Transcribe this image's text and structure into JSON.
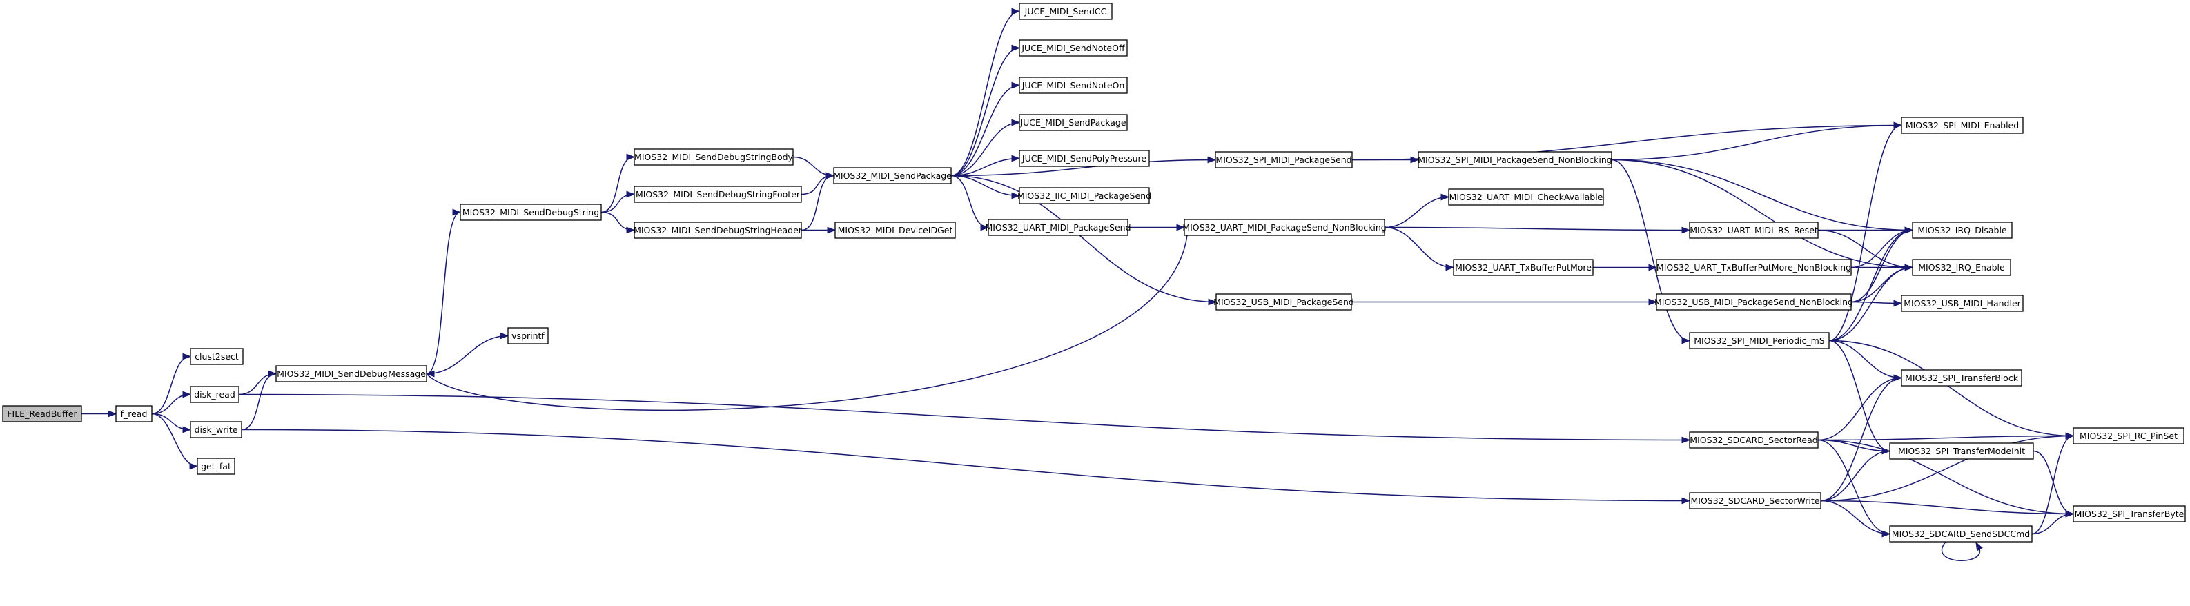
{
  "nodes": [
    {
      "id": "FILE_ReadBuffer",
      "label": "FILE_ReadBuffer",
      "root": true
    },
    {
      "id": "f_read",
      "label": "f_read"
    },
    {
      "id": "clust2sect",
      "label": "clust2sect"
    },
    {
      "id": "disk_read",
      "label": "disk_read"
    },
    {
      "id": "disk_write",
      "label": "disk_write"
    },
    {
      "id": "get_fat",
      "label": "get_fat"
    },
    {
      "id": "MIOS32_MIDI_SendDebugMessage",
      "label": "MIOS32_MIDI_SendDebugMessage"
    },
    {
      "id": "vsprintf",
      "label": "vsprintf"
    },
    {
      "id": "MIOS32_MIDI_SendDebugString",
      "label": "MIOS32_MIDI_SendDebugString"
    },
    {
      "id": "MIOS32_MIDI_SendDebugStringBody",
      "label": "MIOS32_MIDI_SendDebugStringBody"
    },
    {
      "id": "MIOS32_MIDI_SendDebugStringFooter",
      "label": "MIOS32_MIDI_SendDebugStringFooter"
    },
    {
      "id": "MIOS32_MIDI_SendDebugStringHeader",
      "label": "MIOS32_MIDI_SendDebugStringHeader"
    },
    {
      "id": "MIOS32_MIDI_SendPackage",
      "label": "MIOS32_MIDI_SendPackage"
    },
    {
      "id": "MIOS32_MIDI_DeviceIDGet",
      "label": "MIOS32_MIDI_DeviceIDGet"
    },
    {
      "id": "JUCE_MIDI_SendCC",
      "label": "JUCE_MIDI_SendCC"
    },
    {
      "id": "JUCE_MIDI_SendNoteOff",
      "label": "JUCE_MIDI_SendNoteOff"
    },
    {
      "id": "JUCE_MIDI_SendNoteOn",
      "label": "JUCE_MIDI_SendNoteOn"
    },
    {
      "id": "JUCE_MIDI_SendPackage",
      "label": "JUCE_MIDI_SendPackage"
    },
    {
      "id": "JUCE_MIDI_SendPolyPressure",
      "label": "JUCE_MIDI_SendPolyPressure"
    },
    {
      "id": "MIOS32_IIC_MIDI_PackageSend",
      "label": "MIOS32_IIC_MIDI_PackageSend"
    },
    {
      "id": "MIOS32_UART_MIDI_PackageSend",
      "label": "MIOS32_UART_MIDI_PackageSend"
    },
    {
      "id": "MIOS32_SPI_MIDI_PackageSend",
      "label": "MIOS32_SPI_MIDI_PackageSend"
    },
    {
      "id": "MIOS32_USB_MIDI_PackageSend",
      "label": "MIOS32_USB_MIDI_PackageSend"
    },
    {
      "id": "MIOS32_UART_MIDI_PackageSend_NonBlocking",
      "label": "MIOS32_UART_MIDI_PackageSend_NonBlocking"
    },
    {
      "id": "MIOS32_SPI_MIDI_PackageSend_NonBlocking",
      "label": "MIOS32_SPI_MIDI_PackageSend_NonBlocking"
    },
    {
      "id": "MIOS32_UART_MIDI_CheckAvailable",
      "label": "MIOS32_UART_MIDI_CheckAvailable"
    },
    {
      "id": "MIOS32_UART_TxBufferPutMore",
      "label": "MIOS32_UART_TxBufferPutMore"
    },
    {
      "id": "MIOS32_UART_MIDI_RS_Reset",
      "label": "MIOS32_UART_MIDI_RS_Reset"
    },
    {
      "id": "MIOS32_UART_TxBufferPutMore_NonBlocking",
      "label": "MIOS32_UART_TxBufferPutMore_NonBlocking"
    },
    {
      "id": "MIOS32_USB_MIDI_PackageSend_NonBlocking",
      "label": "MIOS32_USB_MIDI_PackageSend_NonBlocking"
    },
    {
      "id": "MIOS32_SPI_MIDI_Periodic_mS",
      "label": "MIOS32_SPI_MIDI_Periodic_mS"
    },
    {
      "id": "MIOS32_SDCARD_SectorRead",
      "label": "MIOS32_SDCARD_SectorRead"
    },
    {
      "id": "MIOS32_SDCARD_SectorWrite",
      "label": "MIOS32_SDCARD_SectorWrite"
    },
    {
      "id": "MIOS32_SPI_MIDI_Enabled",
      "label": "MIOS32_SPI_MIDI_Enabled"
    },
    {
      "id": "MIOS32_IRQ_Disable",
      "label": "MIOS32_IRQ_Disable"
    },
    {
      "id": "MIOS32_IRQ_Enable",
      "label": "MIOS32_IRQ_Enable"
    },
    {
      "id": "MIOS32_USB_MIDI_Handler",
      "label": "MIOS32_USB_MIDI_Handler"
    },
    {
      "id": "MIOS32_SPI_TransferBlock",
      "label": "MIOS32_SPI_TransferBlock"
    },
    {
      "id": "MIOS32_SPI_TransferModeInit",
      "label": "MIOS32_SPI_TransferModeInit"
    },
    {
      "id": "MIOS32_SDCARD_SendSDCCmd",
      "label": "MIOS32_SDCARD_SendSDCCmd"
    },
    {
      "id": "MIOS32_SPI_RC_PinSet",
      "label": "MIOS32_SPI_RC_PinSet"
    },
    {
      "id": "MIOS32_SPI_TransferByte",
      "label": "MIOS32_SPI_TransferByte"
    }
  ],
  "edges": [
    [
      "FILE_ReadBuffer",
      "f_read"
    ],
    [
      "f_read",
      "clust2sect"
    ],
    [
      "f_read",
      "disk_read"
    ],
    [
      "f_read",
      "disk_write"
    ],
    [
      "f_read",
      "get_fat"
    ],
    [
      "disk_read",
      "MIOS32_MIDI_SendDebugMessage"
    ],
    [
      "disk_read",
      "MIOS32_SDCARD_SectorRead"
    ],
    [
      "disk_write",
      "MIOS32_MIDI_SendDebugMessage"
    ],
    [
      "disk_write",
      "MIOS32_SDCARD_SectorWrite"
    ],
    [
      "MIOS32_MIDI_SendDebugMessage",
      "MIOS32_MIDI_SendDebugString"
    ],
    [
      "MIOS32_MIDI_SendDebugMessage",
      "vsprintf"
    ],
    [
      "MIOS32_MIDI_SendDebugString",
      "MIOS32_MIDI_SendDebugStringBody"
    ],
    [
      "MIOS32_MIDI_SendDebugString",
      "MIOS32_MIDI_SendDebugStringFooter"
    ],
    [
      "MIOS32_MIDI_SendDebugString",
      "MIOS32_MIDI_SendDebugStringHeader"
    ],
    [
      "MIOS32_MIDI_SendDebugStringBody",
      "MIOS32_MIDI_SendPackage"
    ],
    [
      "MIOS32_MIDI_SendDebugStringFooter",
      "MIOS32_MIDI_SendPackage"
    ],
    [
      "MIOS32_MIDI_SendDebugStringHeader",
      "MIOS32_MIDI_SendPackage"
    ],
    [
      "MIOS32_MIDI_SendDebugStringHeader",
      "MIOS32_MIDI_DeviceIDGet"
    ],
    [
      "MIOS32_MIDI_SendPackage",
      "JUCE_MIDI_SendCC"
    ],
    [
      "MIOS32_MIDI_SendPackage",
      "JUCE_MIDI_SendNoteOff"
    ],
    [
      "MIOS32_MIDI_SendPackage",
      "JUCE_MIDI_SendNoteOn"
    ],
    [
      "MIOS32_MIDI_SendPackage",
      "JUCE_MIDI_SendPackage"
    ],
    [
      "MIOS32_MIDI_SendPackage",
      "JUCE_MIDI_SendPolyPressure"
    ],
    [
      "MIOS32_MIDI_SendPackage",
      "MIOS32_IIC_MIDI_PackageSend"
    ],
    [
      "MIOS32_MIDI_SendPackage",
      "MIOS32_SPI_MIDI_PackageSend"
    ],
    [
      "MIOS32_MIDI_SendPackage",
      "MIOS32_UART_MIDI_PackageSend"
    ],
    [
      "MIOS32_MIDI_SendPackage",
      "MIOS32_USB_MIDI_PackageSend"
    ],
    [
      "MIOS32_SPI_MIDI_PackageSend",
      "MIOS32_SPI_MIDI_Enabled"
    ],
    [
      "MIOS32_SPI_MIDI_PackageSend",
      "MIOS32_SPI_MIDI_PackageSend_NonBlocking"
    ],
    [
      "MIOS32_SPI_MIDI_PackageSend_NonBlocking",
      "MIOS32_SPI_MIDI_Enabled"
    ],
    [
      "MIOS32_SPI_MIDI_PackageSend_NonBlocking",
      "MIOS32_IRQ_Disable"
    ],
    [
      "MIOS32_SPI_MIDI_PackageSend_NonBlocking",
      "MIOS32_IRQ_Enable"
    ],
    [
      "MIOS32_SPI_MIDI_PackageSend_NonBlocking",
      "MIOS32_SPI_MIDI_Periodic_mS"
    ],
    [
      "MIOS32_UART_MIDI_PackageSend",
      "MIOS32_UART_MIDI_PackageSend_NonBlocking"
    ],
    [
      "MIOS32_UART_MIDI_PackageSend_NonBlocking",
      "MIOS32_UART_MIDI_CheckAvailable"
    ],
    [
      "MIOS32_UART_MIDI_PackageSend_NonBlocking",
      "MIOS32_UART_MIDI_RS_Reset"
    ],
    [
      "MIOS32_UART_MIDI_PackageSend_NonBlocking",
      "MIOS32_UART_TxBufferPutMore"
    ],
    [
      "MIOS32_UART_MIDI_PackageSend_NonBlocking",
      "MIOS32_MIDI_SendDebugMessage"
    ],
    [
      "MIOS32_UART_TxBufferPutMore",
      "MIOS32_UART_TxBufferPutMore_NonBlocking"
    ],
    [
      "MIOS32_UART_MIDI_RS_Reset",
      "MIOS32_IRQ_Disable"
    ],
    [
      "MIOS32_UART_MIDI_RS_Reset",
      "MIOS32_IRQ_Enable"
    ],
    [
      "MIOS32_UART_TxBufferPutMore_NonBlocking",
      "MIOS32_IRQ_Disable"
    ],
    [
      "MIOS32_UART_TxBufferPutMore_NonBlocking",
      "MIOS32_IRQ_Enable"
    ],
    [
      "MIOS32_USB_MIDI_PackageSend",
      "MIOS32_USB_MIDI_PackageSend_NonBlocking"
    ],
    [
      "MIOS32_USB_MIDI_PackageSend_NonBlocking",
      "MIOS32_IRQ_Disable"
    ],
    [
      "MIOS32_USB_MIDI_PackageSend_NonBlocking",
      "MIOS32_IRQ_Enable"
    ],
    [
      "MIOS32_USB_MIDI_PackageSend_NonBlocking",
      "MIOS32_USB_MIDI_Handler"
    ],
    [
      "MIOS32_SPI_MIDI_Periodic_mS",
      "MIOS32_SPI_MIDI_Enabled"
    ],
    [
      "MIOS32_SPI_MIDI_Periodic_mS",
      "MIOS32_IRQ_Disable"
    ],
    [
      "MIOS32_SPI_MIDI_Periodic_mS",
      "MIOS32_IRQ_Enable"
    ],
    [
      "MIOS32_SPI_MIDI_Periodic_mS",
      "MIOS32_SPI_TransferBlock"
    ],
    [
      "MIOS32_SPI_MIDI_Periodic_mS",
      "MIOS32_SPI_TransferModeInit"
    ],
    [
      "MIOS32_SPI_MIDI_Periodic_mS",
      "MIOS32_SPI_RC_PinSet"
    ],
    [
      "MIOS32_SDCARD_SectorRead",
      "MIOS32_SPI_TransferBlock"
    ],
    [
      "MIOS32_SDCARD_SectorRead",
      "MIOS32_SPI_RC_PinSet"
    ],
    [
      "MIOS32_SDCARD_SectorRead",
      "MIOS32_SPI_TransferModeInit"
    ],
    [
      "MIOS32_SDCARD_SectorRead",
      "MIOS32_SDCARD_SendSDCCmd"
    ],
    [
      "MIOS32_SDCARD_SectorRead",
      "MIOS32_SPI_TransferByte"
    ],
    [
      "MIOS32_SDCARD_SectorWrite",
      "MIOS32_SPI_TransferBlock"
    ],
    [
      "MIOS32_SDCARD_SectorWrite",
      "MIOS32_SPI_TransferModeInit"
    ],
    [
      "MIOS32_SDCARD_SectorWrite",
      "MIOS32_SDCARD_SendSDCCmd"
    ],
    [
      "MIOS32_SDCARD_SectorWrite",
      "MIOS32_SPI_RC_PinSet"
    ],
    [
      "MIOS32_SDCARD_SectorWrite",
      "MIOS32_SPI_TransferByte"
    ],
    [
      "MIOS32_SDCARD_SendSDCCmd",
      "MIOS32_SDCARD_SendSDCCmd"
    ],
    [
      "MIOS32_SDCARD_SendSDCCmd",
      "MIOS32_SPI_RC_PinSet"
    ],
    [
      "MIOS32_SDCARD_SendSDCCmd",
      "MIOS32_SPI_TransferByte"
    ],
    [
      "MIOS32_SPI_TransferModeInit",
      "MIOS32_SPI_TransferByte"
    ]
  ]
}
